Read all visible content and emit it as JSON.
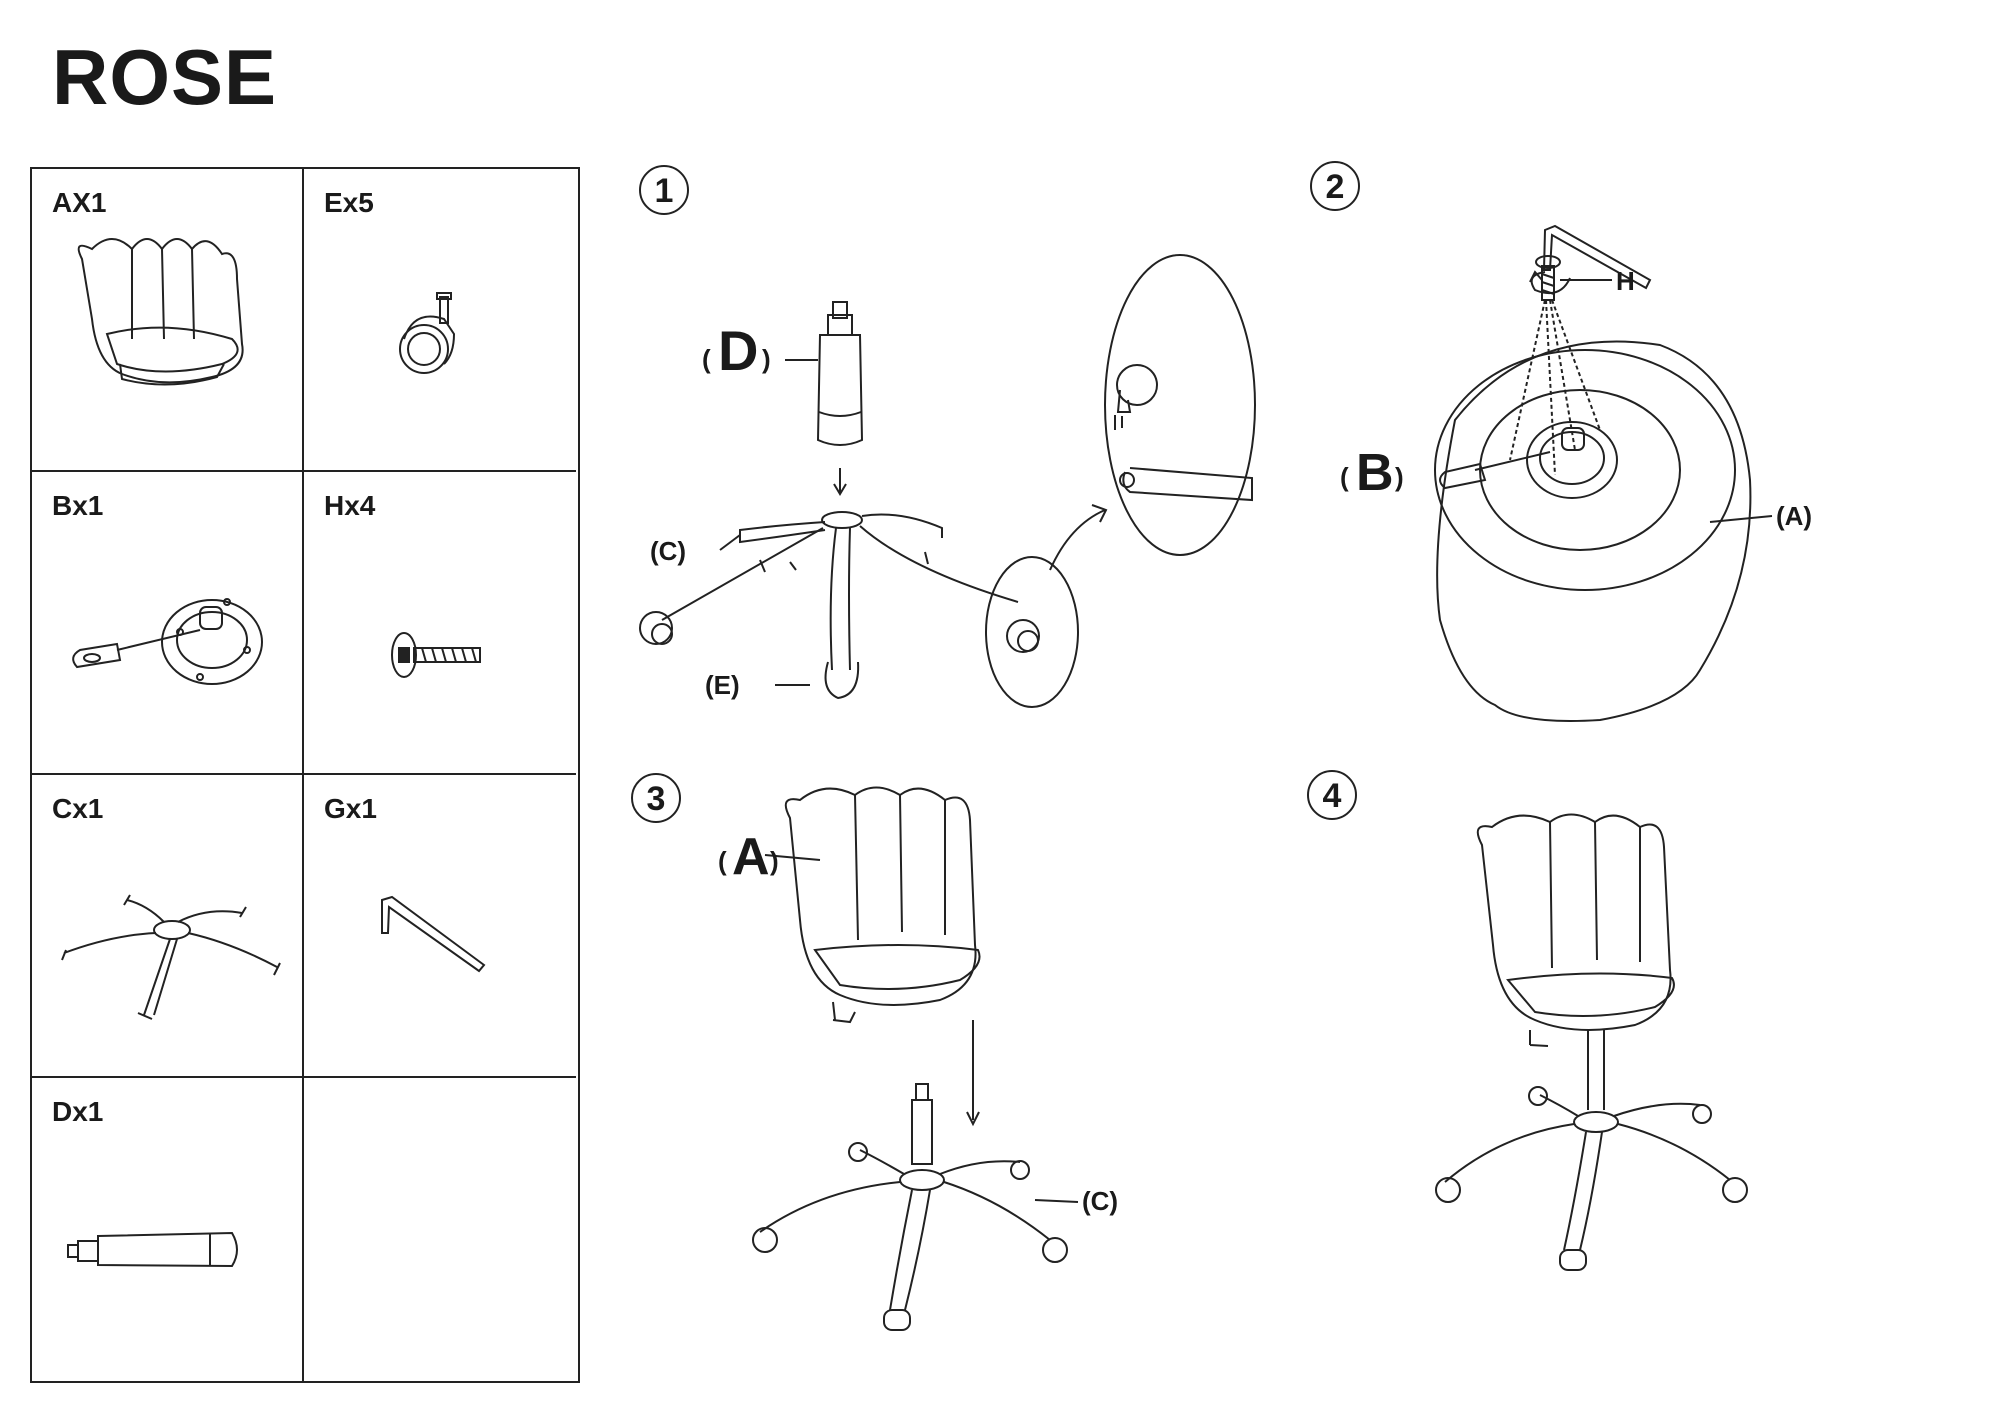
{
  "title": "ROSE",
  "parts": [
    {
      "id": "A",
      "label": "AX1",
      "icon": "chair-seat-icon"
    },
    {
      "id": "E",
      "label": "Ex5",
      "icon": "caster-wheel-icon"
    },
    {
      "id": "B",
      "label": "Bx1",
      "icon": "seat-mechanism-icon"
    },
    {
      "id": "H",
      "label": "Hx4",
      "icon": "screw-icon"
    },
    {
      "id": "C",
      "label": "Cx1",
      "icon": "star-base-icon"
    },
    {
      "id": "G",
      "label": "Gx1",
      "icon": "allen-key-icon"
    },
    {
      "id": "D",
      "label": "Dx1",
      "icon": "gas-cylinder-icon"
    },
    {
      "id": "empty",
      "label": "",
      "icon": ""
    }
  ],
  "steps": [
    {
      "number": "1",
      "labels": {
        "d": "D",
        "c": "(C)",
        "e": "(E)"
      }
    },
    {
      "number": "2",
      "labels": {
        "b": "B",
        "h": "H",
        "a": "(A)"
      }
    },
    {
      "number": "3",
      "labels": {
        "a": "A",
        "c": "(C)"
      }
    },
    {
      "number": "4",
      "labels": {}
    }
  ],
  "paren_open": "(",
  "paren_close": ")"
}
